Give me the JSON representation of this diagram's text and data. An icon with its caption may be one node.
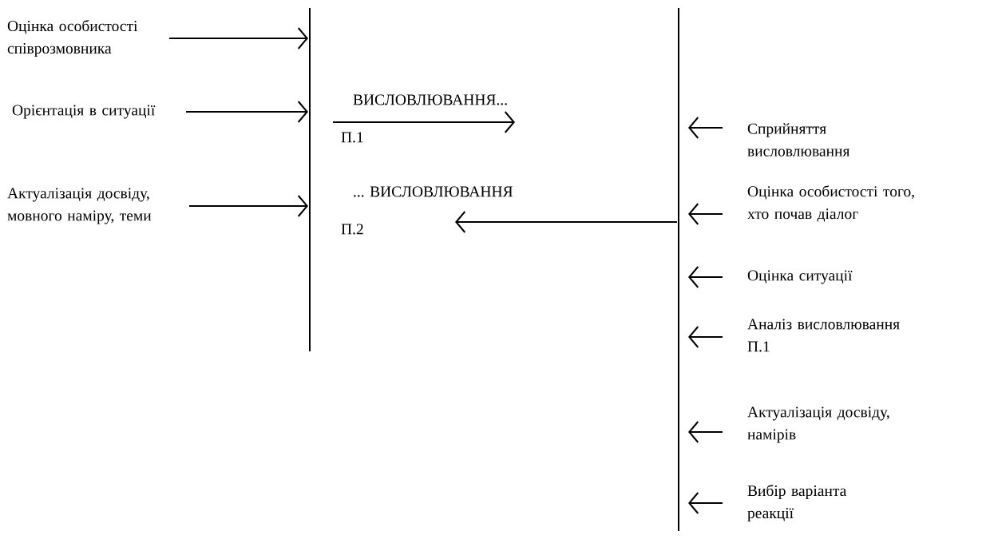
{
  "diagram": {
    "nodes": [
      {
        "text": [],
        "shape": "bar"
      },
      {
        "text": [],
        "shape": "bar"
      },
      {
        "text": [
          "Оцінка особистості співрозмовника"
        ]
      },
      {
        "text": [
          "Орієнтація в ситуації"
        ]
      },
      {
        "text": [
          "Актуалізація досвіду, мовного наміру, теми"
        ]
      },
      {
        "text": [
          "Сприйняття висловлювання"
        ]
      },
      {
        "text": [
          "Оцінка особистості того, хто почав діалог"
        ]
      },
      {
        "text": [
          "Оцінка ситуації"
        ]
      },
      {
        "text": [
          "Аналіз висловлювання П.1"
        ]
      },
      {
        "text": [
          "Актуалізація досвіду, намірів"
        ]
      },
      {
        "text": [
          "Вибір варіанта реакції"
        ]
      }
    ],
    "edges": [
      {
        "from": 2,
        "to": 0,
        "arrow": "to"
      },
      {
        "from": 3,
        "to": 0,
        "arrow": "to"
      },
      {
        "from": 4,
        "to": 0,
        "arrow": "to"
      },
      {
        "from": 0,
        "to": null,
        "arrow": "to",
        "label": "ВИСЛОВЛЮВАННЯ..."
      },
      {
        "from": 1,
        "to": null,
        "arrow": "to",
        "label": "... ВИСЛОВЛЮВАННЯ"
      },
      {
        "from": 5,
        "to": 1,
        "arrow": "to"
      },
      {
        "from": 6,
        "to": 1,
        "arrow": "to"
      },
      {
        "from": 7,
        "to": 1,
        "arrow": "to"
      },
      {
        "from": 8,
        "to": 1,
        "arrow": "to"
      },
      {
        "from": 9,
        "to": 1,
        "arrow": "to"
      },
      {
        "from": 10,
        "to": 1,
        "arrow": "to"
      }
    ],
    "labels": [
      "П.1",
      "П.2"
    ]
  }
}
